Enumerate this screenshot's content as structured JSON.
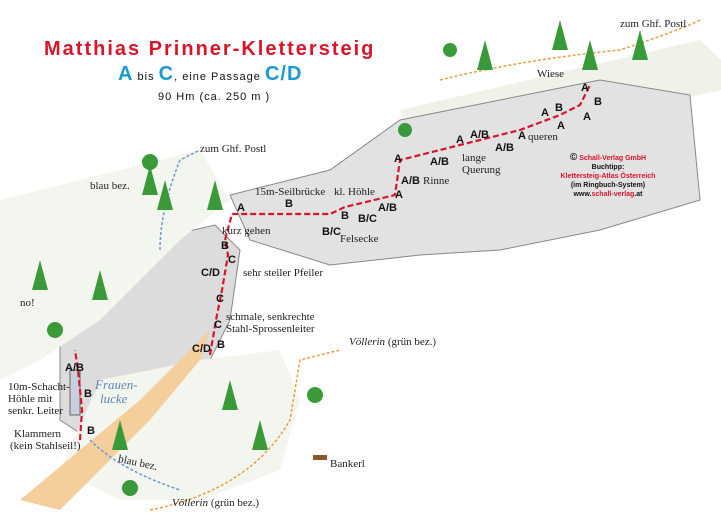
{
  "header": {
    "title": "Matthias Prinner-Klettersteig",
    "grade_from": "A",
    "grade_word": "bis",
    "grade_to": "C",
    "passage_text": ", eine Passage",
    "passage_grade": "C/D",
    "stats": "90 Hm (ca. 250 m    )"
  },
  "credit": {
    "publisher": "Schall-Verlag GmbH",
    "copyright_symbol": "©",
    "tip_label": "Buchtipp:",
    "book": "Klettersteig-Atlas Österreich",
    "book_note": "(im Ringbuch-System)",
    "url_prefix": "www.",
    "url_domain": "schall-verlag",
    "url_suffix": ".at"
  },
  "labels": {
    "ghf_postl_top": "zum Ghf. Postl",
    "ghf_postl_left": "zum Ghf. Postl",
    "blau_bez_top": "blau bez.",
    "seilbruecke": "15m-Seilbrücke",
    "kl_hoehle": "kl. Höhle",
    "rinne": "Rinne",
    "lange": "lange",
    "querung": "Querung",
    "queren": "queren",
    "wiese": "Wiese",
    "kurz_gehen": "kurz gehen",
    "felsecke": "Felsecke",
    "pfeiler": "sehr steiler Pfeiler",
    "leiter1": "schmale, senkrechte",
    "leiter2": "Stahl-Sprossenleiter",
    "voellerin_right_name": "Völlerin",
    "voellerin_right_note": "(grün bez.)",
    "no": "no!",
    "schacht1": "10m-Schacht-",
    "schacht2": "Höhle mit",
    "schacht3": "senkr. Leiter",
    "frauen1": "Frauen-",
    "frauen2": "lucke",
    "klammern1": "Klammern",
    "klammern2": "(kein Stahlseil!)",
    "blau_bez_bottom": "blau bez.",
    "bankerl": "Bankerl",
    "voellerin_bottom_name": "Völlerin",
    "voellerin_bottom_note": "(grün bez.)"
  },
  "grades": [
    "A",
    "B",
    "B/C",
    "B",
    "B/C",
    "A/B",
    "A",
    "A/B",
    "A",
    "A/B",
    "A",
    "A/B",
    "A/B",
    "A",
    "A",
    "A",
    "B",
    "A",
    "B",
    "A",
    "B",
    "C",
    "C/D",
    "C",
    "C",
    "C/D",
    "B",
    "A/B",
    "B",
    "B"
  ],
  "colors": {
    "title": "#d8152a",
    "grade_blue": "#1a9ad4",
    "route": "#d8152a",
    "path_orange": "#e8a040",
    "blue_trail": "#6a9ad0"
  }
}
